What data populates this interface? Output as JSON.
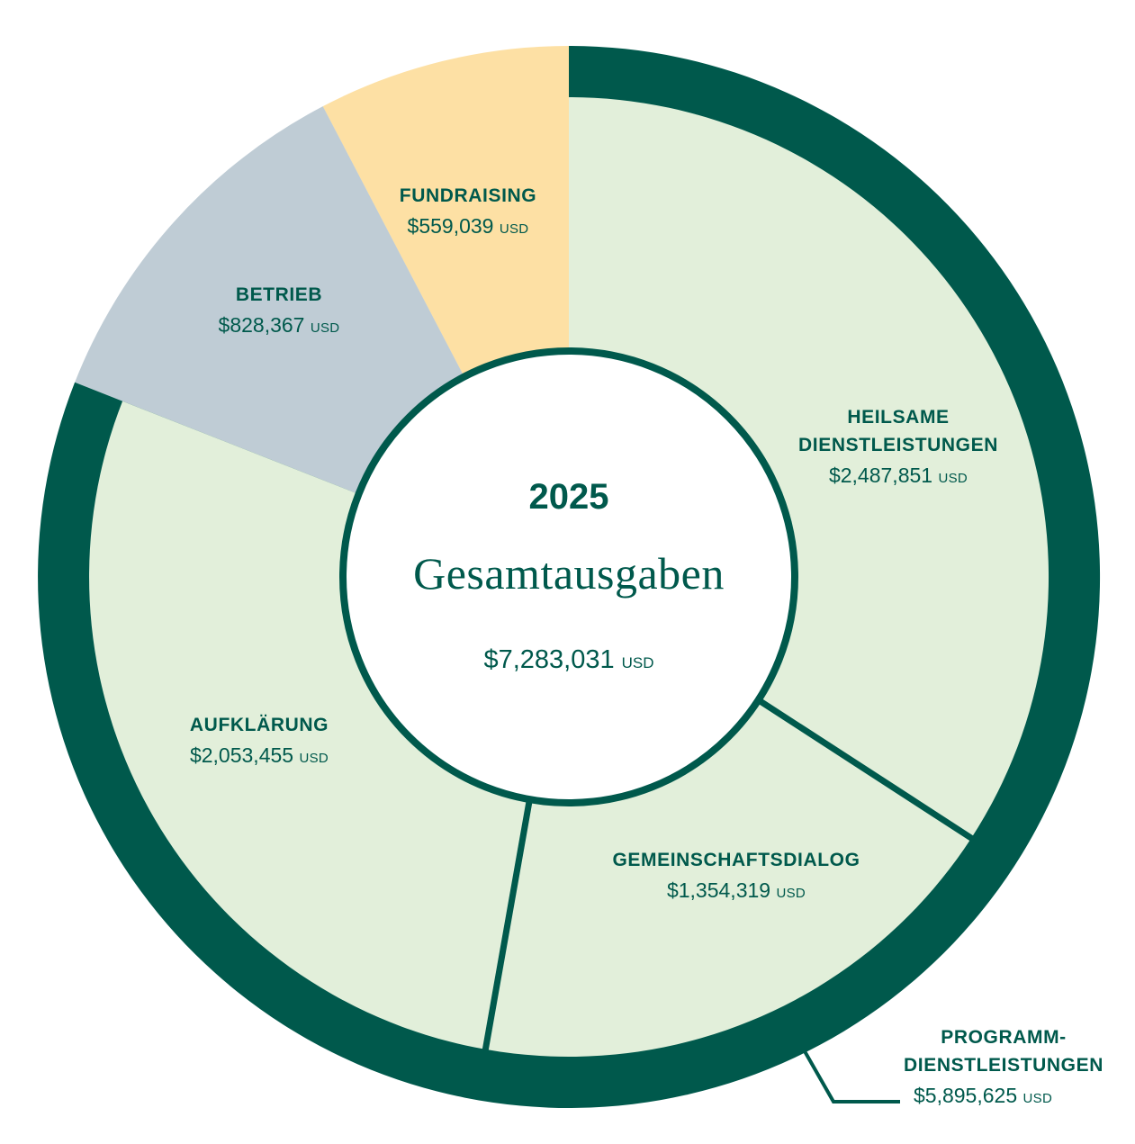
{
  "colors": {
    "dark_green": "#00594c",
    "light_green": "#e2efda",
    "fundraising": "#fde0a4",
    "operations": "#bfccd5",
    "background": "#ffffff"
  },
  "center": {
    "year": "2025",
    "title": "Gesamtausgaben",
    "total": "$7,283,031",
    "currency": "USD"
  },
  "segments": [
    {
      "name": "FUNDRAISING",
      "amount": "$559,039",
      "currency": "USD"
    },
    {
      "name": "BETRIEB",
      "amount": "$828,367",
      "currency": "USD"
    },
    {
      "name_line1": "HEILSAME",
      "name_line2": "DIENSTLEISTUNGEN",
      "amount": "$2,487,851",
      "currency": "USD"
    },
    {
      "name": "GEMEINSCHAFTSDIALOG",
      "amount": "$1,354,319",
      "currency": "USD"
    },
    {
      "name": "AUFKLÄRUNG",
      "amount": "$2,053,455",
      "currency": "USD"
    }
  ],
  "program_group": {
    "name_line1": "PROGRAMM-",
    "name_line2": "DIENSTLEISTUNGEN",
    "amount": "$5,895,625",
    "currency": "USD"
  },
  "chart_data": {
    "type": "pie",
    "title": "2025 Gesamtausgaben",
    "total": 7283031,
    "unit": "USD",
    "categories": [
      "Fundraising",
      "Betrieb",
      "Heilsame Dienstleistungen",
      "Gemeinschaftsdialog",
      "Aufklärung"
    ],
    "values": [
      559039,
      828367,
      2487851,
      1354319,
      2053455
    ],
    "groups": [
      {
        "name": "Programmdienstleistungen",
        "value": 5895625,
        "members": [
          "Heilsame Dienstleistungen",
          "Gemeinschaftsdialog",
          "Aufklärung"
        ]
      }
    ],
    "style": "donut with outer ring grouping program services"
  }
}
